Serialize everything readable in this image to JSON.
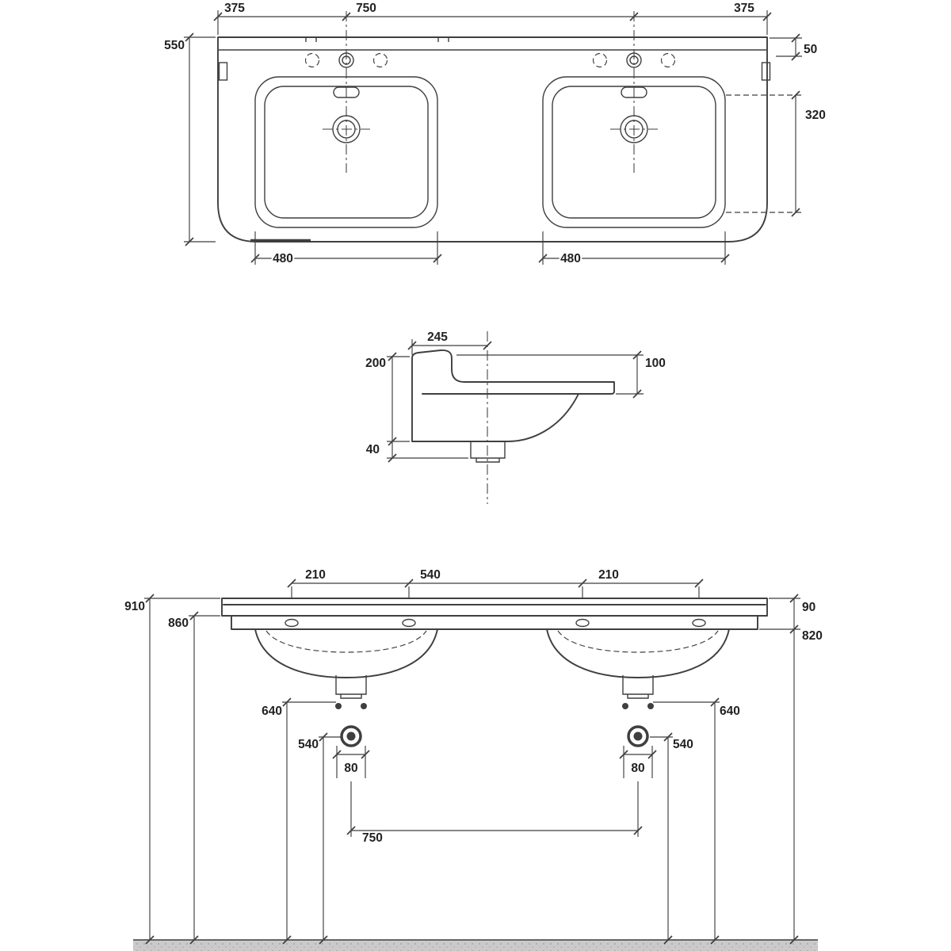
{
  "colors": {
    "line": "#3f3f3f",
    "text": "#222222",
    "floor": "#cacaca"
  },
  "labels": {
    "top_width_left": "375",
    "top_width_center": "750",
    "top_width_right": "375",
    "top_depth": "550",
    "top_tap_setback": "50",
    "top_bowl_depth": "320",
    "top_bowl_width_left": "480",
    "top_bowl_width_right": "480",
    "side_overhang": "245",
    "side_back_height": "200",
    "side_front_height": "100",
    "side_outlet_drop": "40",
    "front_tap_left": "210",
    "front_tap_center": "540",
    "front_tap_right": "210",
    "front_height_total": "910",
    "front_height_rim": "860",
    "front_rim_face": "90",
    "front_height_underside": "820",
    "front_fixing_left": "640",
    "front_fixing_right": "640",
    "front_outlet_height_left": "540",
    "front_outlet_height_right": "540",
    "front_outlet_dia_left": "80",
    "front_outlet_dia_right": "80",
    "front_trap_centres": "750"
  }
}
